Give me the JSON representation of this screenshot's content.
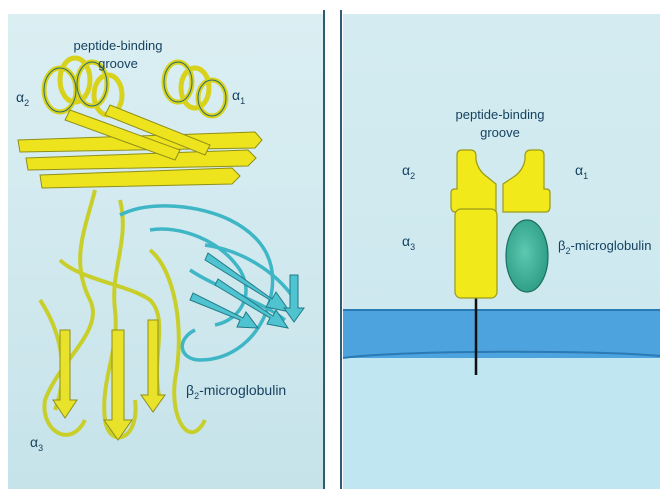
{
  "figure": {
    "top_caption_partial": "...",
    "colors": {
      "panel_bg": "#cfe8ee",
      "panel_bg_light": "#e3f2f5",
      "yellow_domain": "#f2e91a",
      "yellow_outline": "#9a9a1a",
      "cyan_ribbon": "#4fc3d0",
      "teal_ellipse": "#3fb39a",
      "membrane": "#4da3dd",
      "membrane_edge": "#2a7ab3",
      "cytoplasm": "#bfe6f1",
      "divider": "#2f5b73",
      "label_text": "#17425f"
    }
  },
  "left_panel": {
    "groove_label_line1": "peptide-binding",
    "groove_label_line2": "groove",
    "alpha2": "α",
    "alpha2_sub": "2",
    "alpha1": "α",
    "alpha1_sub": "1",
    "alpha3": "α",
    "alpha3_sub": "3",
    "beta2": "β",
    "beta2_sub": "2",
    "beta2_text": "-microglobulin"
  },
  "right_panel": {
    "groove_label_line1": "peptide-binding",
    "groove_label_line2": "groove",
    "alpha2": "α",
    "alpha2_sub": "2",
    "alpha1": "α",
    "alpha1_sub": "1",
    "alpha3": "α",
    "alpha3_sub": "3",
    "beta2": "β",
    "beta2_sub": "2",
    "beta2_text": "-microglobulin"
  }
}
